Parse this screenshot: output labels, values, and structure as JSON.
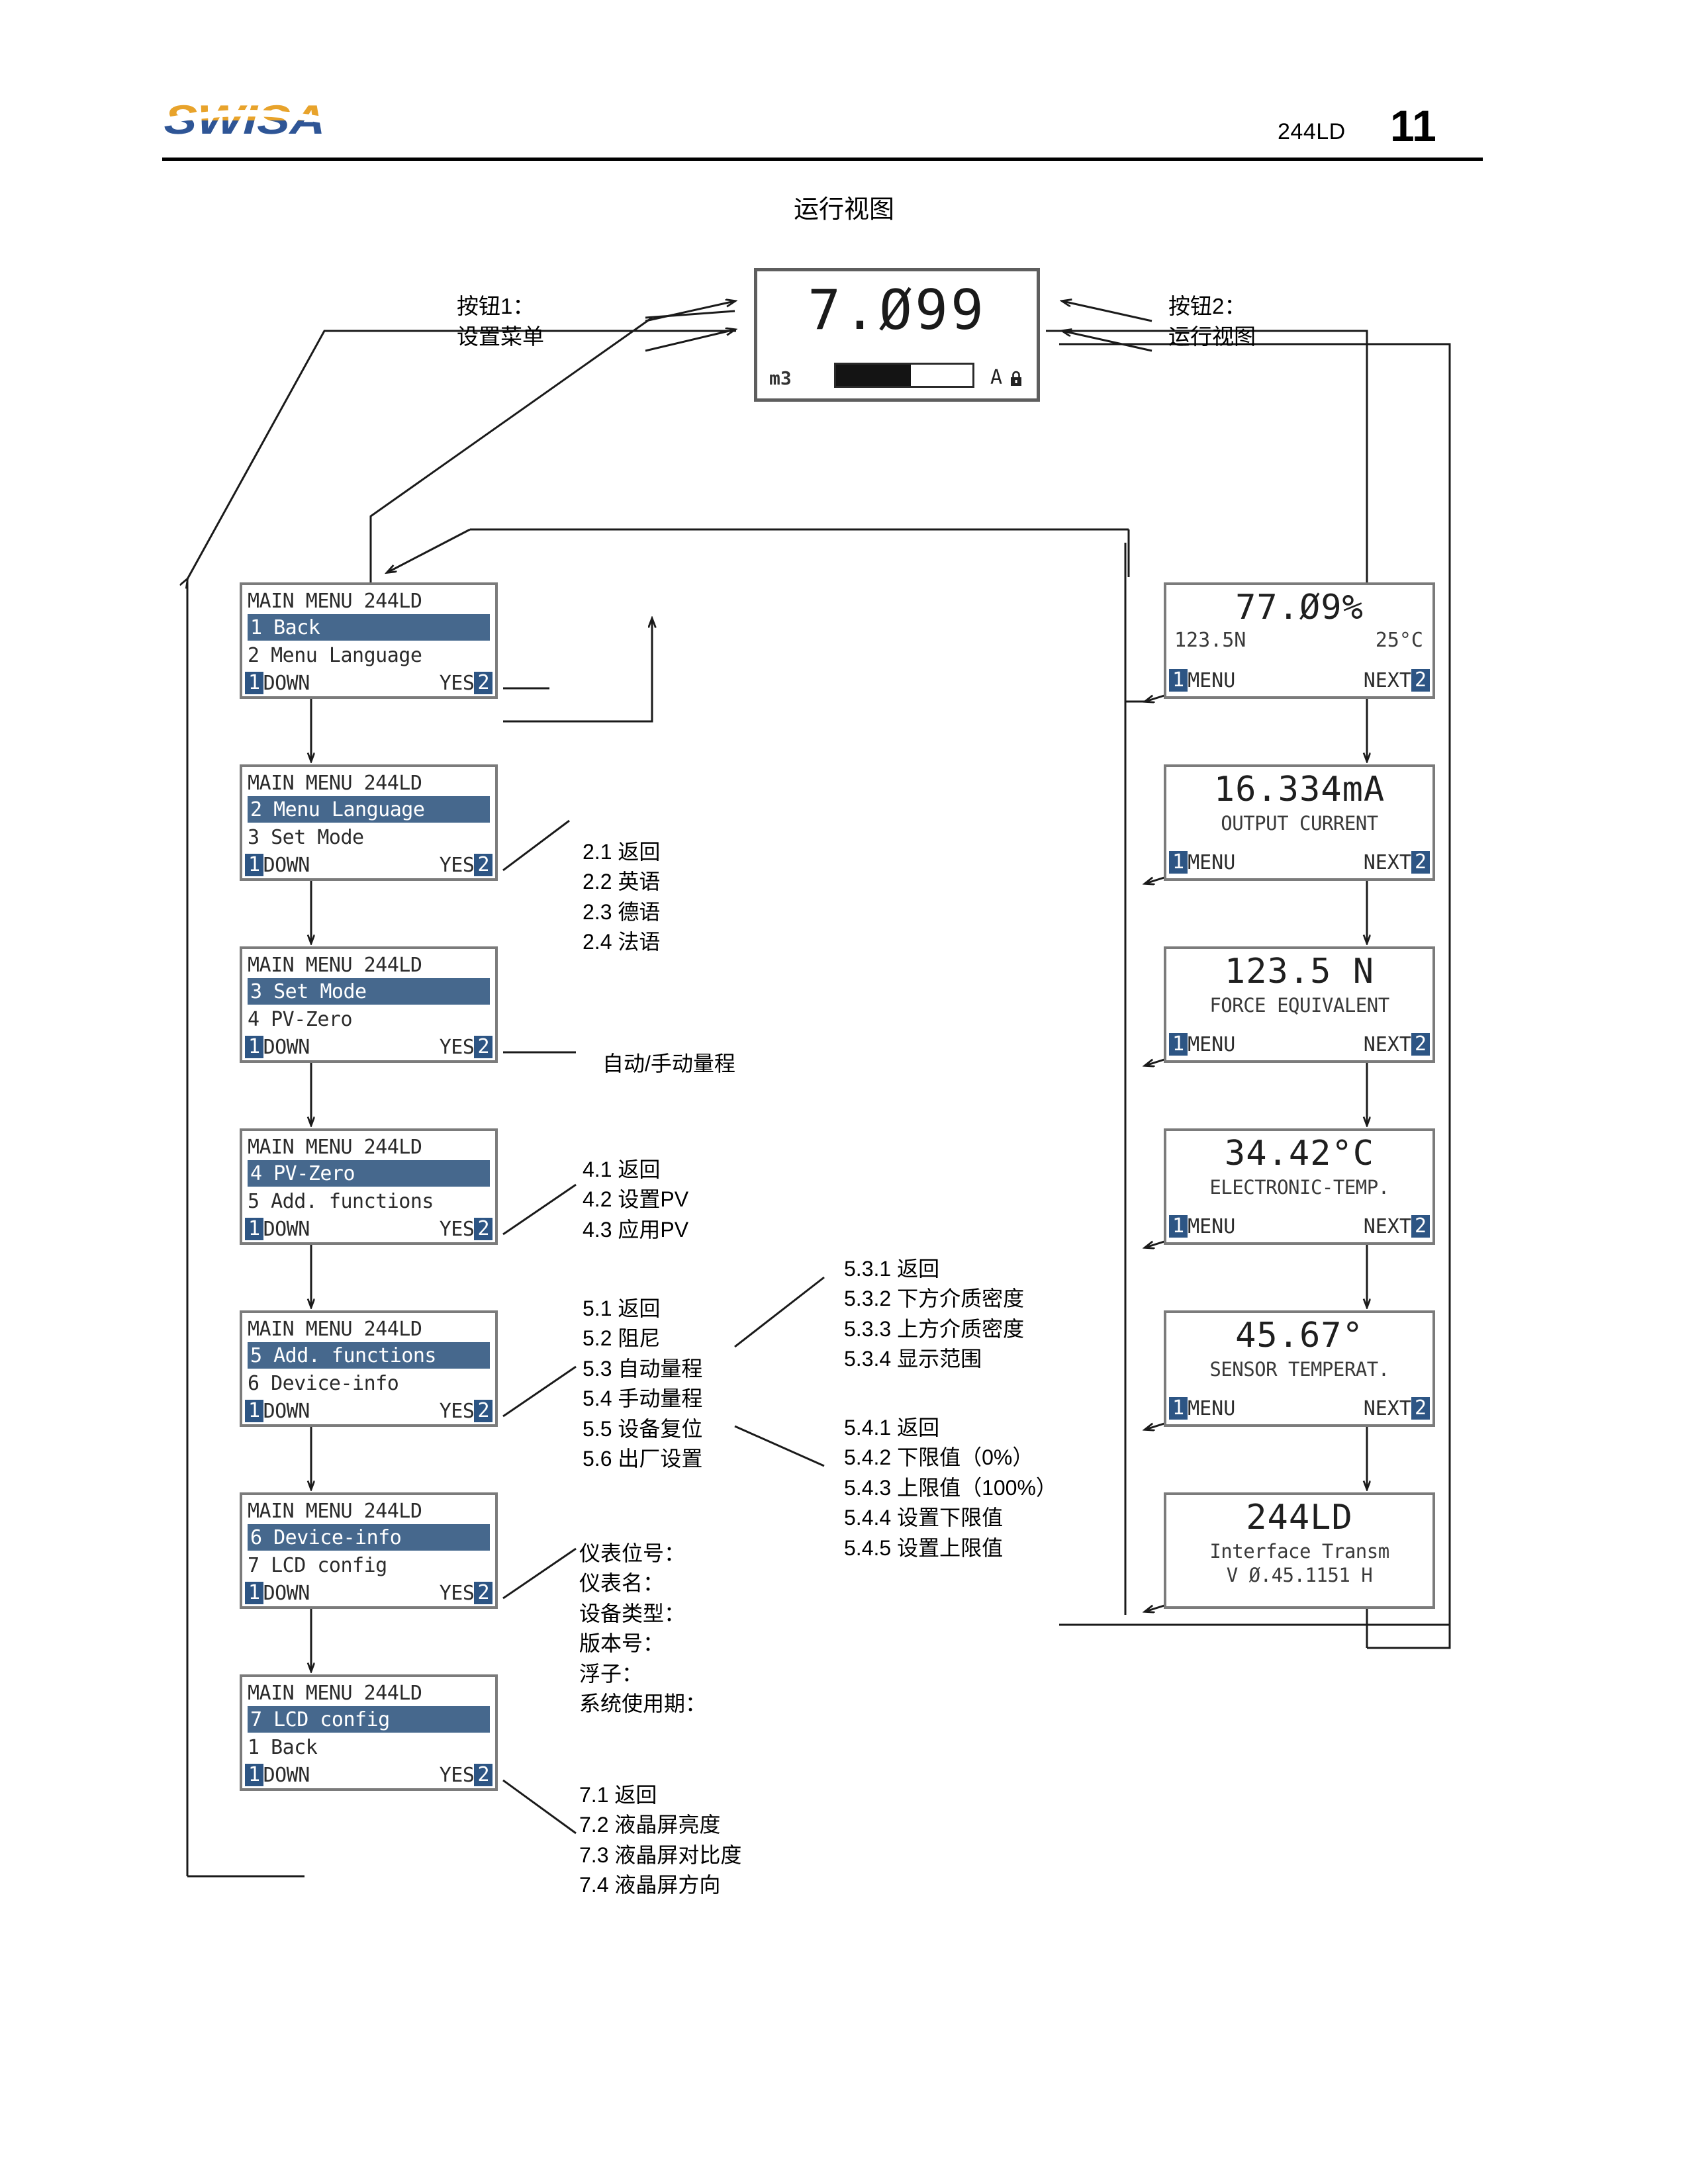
{
  "header": {
    "logo_text": "SWISA",
    "model": "244LD",
    "page_number": "11",
    "title": "运行视图",
    "logo_colors": {
      "top": "#E8A32B",
      "bottom": "#2E5596"
    }
  },
  "callouts": {
    "button1": "按钮1：\n设置菜单",
    "button2": "按钮2：\n运行视图"
  },
  "main_display": {
    "value": "7.Ø99",
    "unit": "m3",
    "bar_percent": 55,
    "mode_indicator": "A",
    "lock_icon": "lock-icon"
  },
  "menu_screens": [
    {
      "title": "MAIN MENU  244LD",
      "selected": "1 Back",
      "next": "2 Menu Language",
      "key1": "1",
      "left_label": "DOWN",
      "right_label": "YES",
      "key2": "2"
    },
    {
      "title": "MAIN MENU 244LD",
      "selected": "2 Menu Language",
      "next": "3 Set Mode",
      "key1": "1",
      "left_label": "DOWN",
      "right_label": "YES",
      "key2": "2"
    },
    {
      "title": "MAIN MENU 244LD",
      "selected": "3 Set Mode",
      "next": "4 PV-Zero",
      "key1": "1",
      "left_label": "DOWN",
      "right_label": "YES",
      "key2": "2"
    },
    {
      "title": "MAIN MENU 244LD",
      "selected": "4 PV-Zero",
      "next": "5 Add. functions",
      "key1": "1",
      "left_label": "DOWN",
      "right_label": "YES",
      "key2": "2"
    },
    {
      "title": "MAIN MENU  244LD",
      "selected": "5 Add. functions",
      "next": "6 Device-info",
      "key1": "1",
      "left_label": "DOWN",
      "right_label": "YES",
      "key2": "2"
    },
    {
      "title": "MAIN MENU 244LD",
      "selected": "6 Device-info",
      "next": "7 LCD config",
      "key1": "1",
      "left_label": "DOWN",
      "right_label": "YES",
      "key2": "2"
    },
    {
      "title": "MAIN MENU 244LD",
      "selected": "7 LCD config",
      "next": "1 Back",
      "key1": "1",
      "left_label": "DOWN",
      "right_label": "YES",
      "key2": "2"
    }
  ],
  "measure_screens": [
    {
      "value": "77.Ø9%",
      "sub_left": "123.5N",
      "sub_right": "25°C",
      "sub": "",
      "sub2": "",
      "key1": "1",
      "left_label": "MENU",
      "right_label": "NEXT",
      "key2": "2"
    },
    {
      "value": "16.334mA",
      "sub": "OUTPUT CURRENT",
      "sub2": "",
      "key1": "1",
      "left_label": "MENU",
      "right_label": "NEXT",
      "key2": "2"
    },
    {
      "value": "123.5 N",
      "sub": "FORCE EQUIVALENT",
      "sub2": "",
      "key1": "1",
      "left_label": "MENU",
      "right_label": "NEXT",
      "key2": "2"
    },
    {
      "value": "34.42°C",
      "sub": "ELECTRONIC-TEMP.",
      "sub2": "",
      "key1": "1",
      "left_label": "MENU",
      "right_label": "NEXT",
      "key2": "2"
    },
    {
      "value": "45.67°",
      "sub": "SENSOR TEMPERAT.",
      "sub2": "",
      "key1": "1",
      "left_label": "MENU",
      "right_label": "NEXT",
      "key2": "2"
    },
    {
      "value": "244LD",
      "sub": "Interface Transm",
      "sub2": "V Ø.45.1151 H",
      "key1": "",
      "left_label": "",
      "right_label": "",
      "key2": ""
    }
  ],
  "annotations": {
    "lang_options": "2.1  返回\n2.2  英语\n2.3  德语\n2.4  法语",
    "set_mode": "自动/手动量程",
    "pv_zero": "4.1  返回\n4.2  设置PV\n4.3  应用PV",
    "add_functions": "5.1  返回\n5.2  阻尼\n5.3  自动量程\n5.4  手动量程\n5.5  设备复位\n5.6  出厂设置",
    "auto_range": "5.3.1  返回\n5.3.2  下方介质密度\n5.3.3  上方介质密度\n5.3.4   显示范围",
    "manual_range": "5.4.1  返回\n5.4.2  下限值（0%）\n5.4.3  上限值（100%）\n5.4.4  设置下限值\n5.4.5  设置上限值",
    "device_info": "仪表位号：\n仪表名：\n设备类型：\n版本号：\n浮子：\n系统使用期：",
    "lcd_config": "7.1  返回\n7.2  液晶屏亮度\n7.3  液晶屏对比度\n7.4  液晶屏方向"
  }
}
